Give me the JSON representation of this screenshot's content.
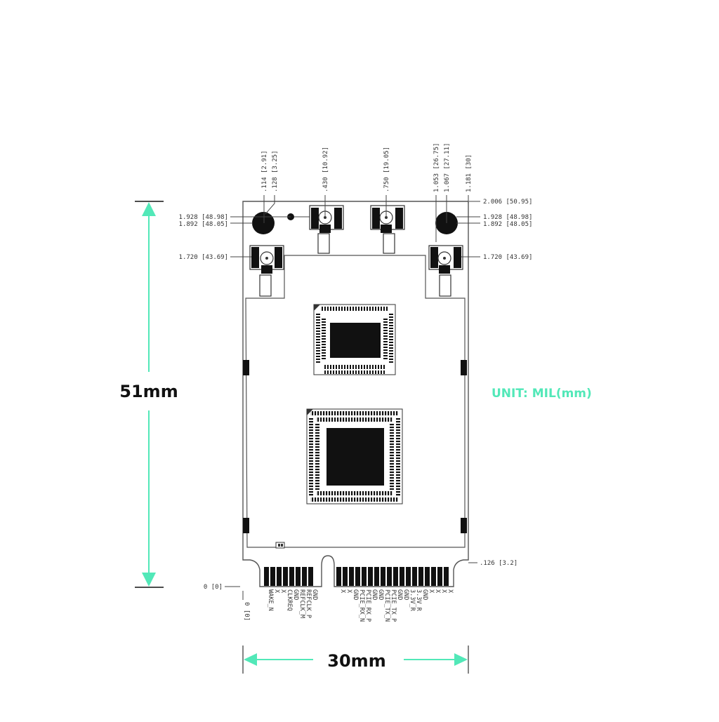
{
  "title": "Mini PCIe module mechanical drawing",
  "colors": {
    "accent": "#52e8b8",
    "ink": "#111111",
    "line": "#555555"
  },
  "dimensions": {
    "height_label": "51mm",
    "width_label": "30mm",
    "unit_label": "UNIT: MIL(mm)"
  },
  "top_dims": [
    {
      "label": ".114 [2.91]"
    },
    {
      "label": ".128 [3.25]"
    },
    {
      "label": ".430 [10.92]"
    },
    {
      "label": ".750 [19.05]"
    },
    {
      "label": "1.053 [26.75]"
    },
    {
      "label": "1.067 [27.11]"
    },
    {
      "label": "1.181 [30]"
    }
  ],
  "left_dims": [
    {
      "label": "1.928 [48.98]"
    },
    {
      "label": "1.892 [48.05]"
    },
    {
      "label": "1.720 [43.69]"
    }
  ],
  "right_dims": [
    {
      "label": "2.006 [50.95]"
    },
    {
      "label": "1.928 [48.98]"
    },
    {
      "label": "1.892 [48.05]"
    },
    {
      "label": "1.720 [43.69]"
    },
    {
      "label": ".126 [3.2]"
    }
  ],
  "origin_dims": {
    "horizontal": "0 [0]",
    "vertical": "0 [0]"
  },
  "pins_left": [
    "WAKE_N",
    "X",
    "X",
    "CLKREQ",
    "GND",
    "REFCLK_M",
    "REFCLK_P",
    "GND"
  ],
  "pins_right": [
    "X",
    "X",
    "GND",
    "PCIE_RX_N",
    "PCIE_RX_P",
    "GND",
    "GND",
    "PCIE_TX_N",
    "PCIE_TX_P",
    "GND",
    "GND",
    "3.3V_R",
    "3.3V_R",
    "GND",
    "X",
    "X",
    "X",
    "X"
  ]
}
